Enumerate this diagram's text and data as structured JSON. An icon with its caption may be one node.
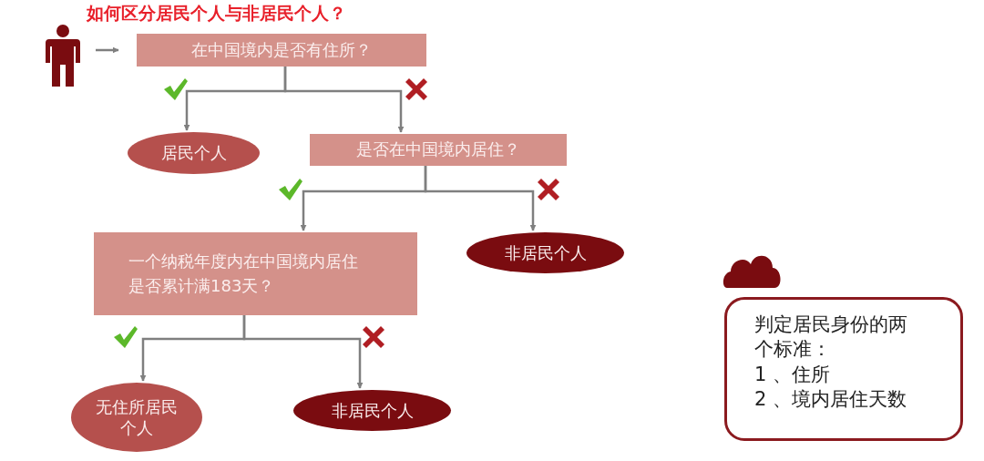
{
  "diagram": {
    "title": "如何区分居民个人与非居民个人？",
    "nodes": [
      {
        "text": [],
        "shape": "person"
      },
      {
        "text": [
          "在中国境内是否有住所？"
        ]
      },
      {
        "text": [
          "居民个人"
        ]
      },
      {
        "text": [
          "是否在中国境内居住？"
        ]
      },
      {
        "text": [
          "非居民个人"
        ]
      },
      {
        "text": [
          "一个纳税年度内在中国境内居住是否累计满183天？"
        ]
      },
      {
        "text": [
          "无住所居民个人"
        ]
      },
      {
        "text": [
          "非居民个人"
        ]
      },
      {
        "text": [
          "判定居民身份的两个标准：",
          "1 、住所",
          "2 、境内居住天数"
        ]
      }
    ],
    "edges": [
      {
        "from": 0,
        "to": 1,
        "arrow": "to"
      },
      {
        "from": 1,
        "to": 2,
        "arrow": "to"
      },
      {
        "from": 1,
        "to": 3,
        "arrow": "to"
      },
      {
        "from": 3,
        "to": 5,
        "arrow": "to"
      },
      {
        "from": 3,
        "to": 4,
        "arrow": "to"
      },
      {
        "from": 5,
        "to": 6,
        "arrow": "to"
      },
      {
        "from": 5,
        "to": 7,
        "arrow": "to"
      }
    ]
  }
}
